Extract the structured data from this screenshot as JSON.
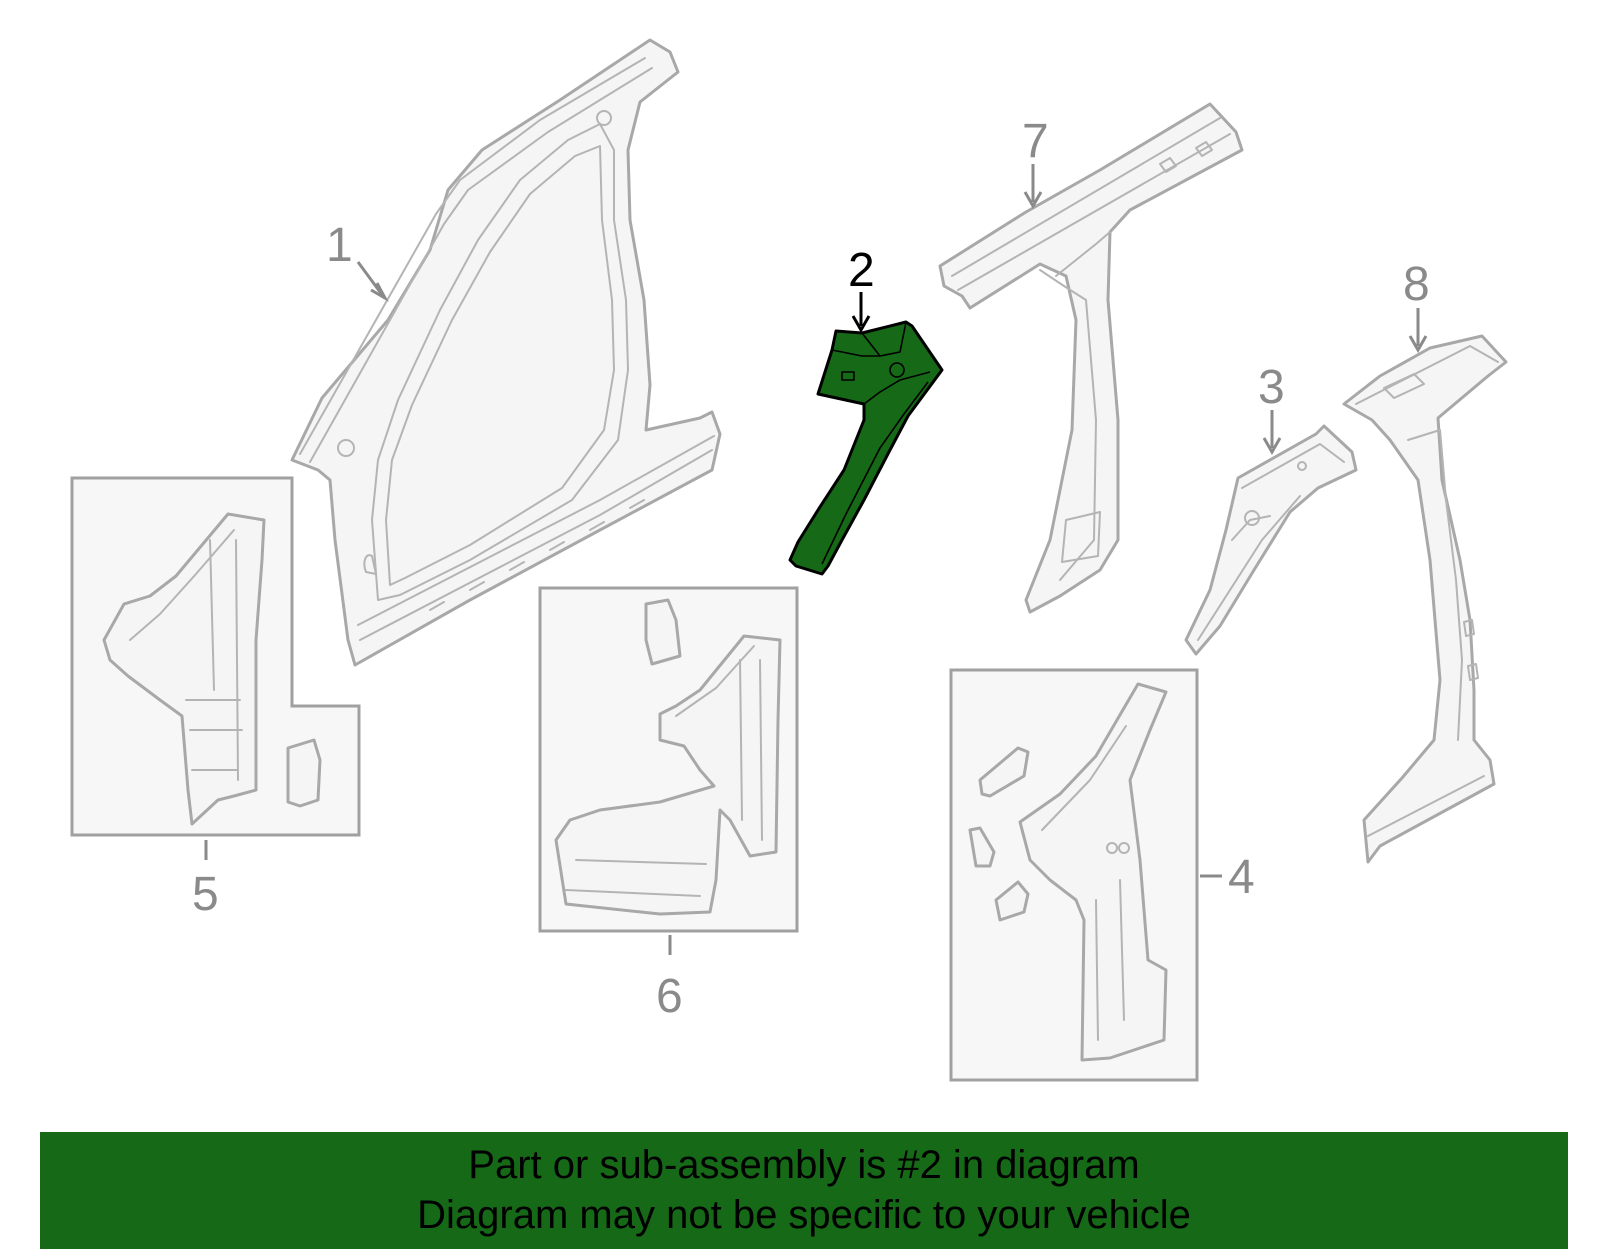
{
  "diagram": {
    "callouts": {
      "c1": "1",
      "c2": "2",
      "c3": "3",
      "c4": "4",
      "c5": "5",
      "c6": "6",
      "c7": "7",
      "c8": "8"
    },
    "highlighted_callout": "2",
    "colors": {
      "highlight_fill": "#166916",
      "banner_background": "#166916",
      "part_outline": "#a8a8a8",
      "inset_box": "#a0a0a0"
    }
  },
  "banner": {
    "line1": "Part or sub-assembly is #2 in diagram",
    "line2": "Diagram may not be specific to your vehicle"
  }
}
